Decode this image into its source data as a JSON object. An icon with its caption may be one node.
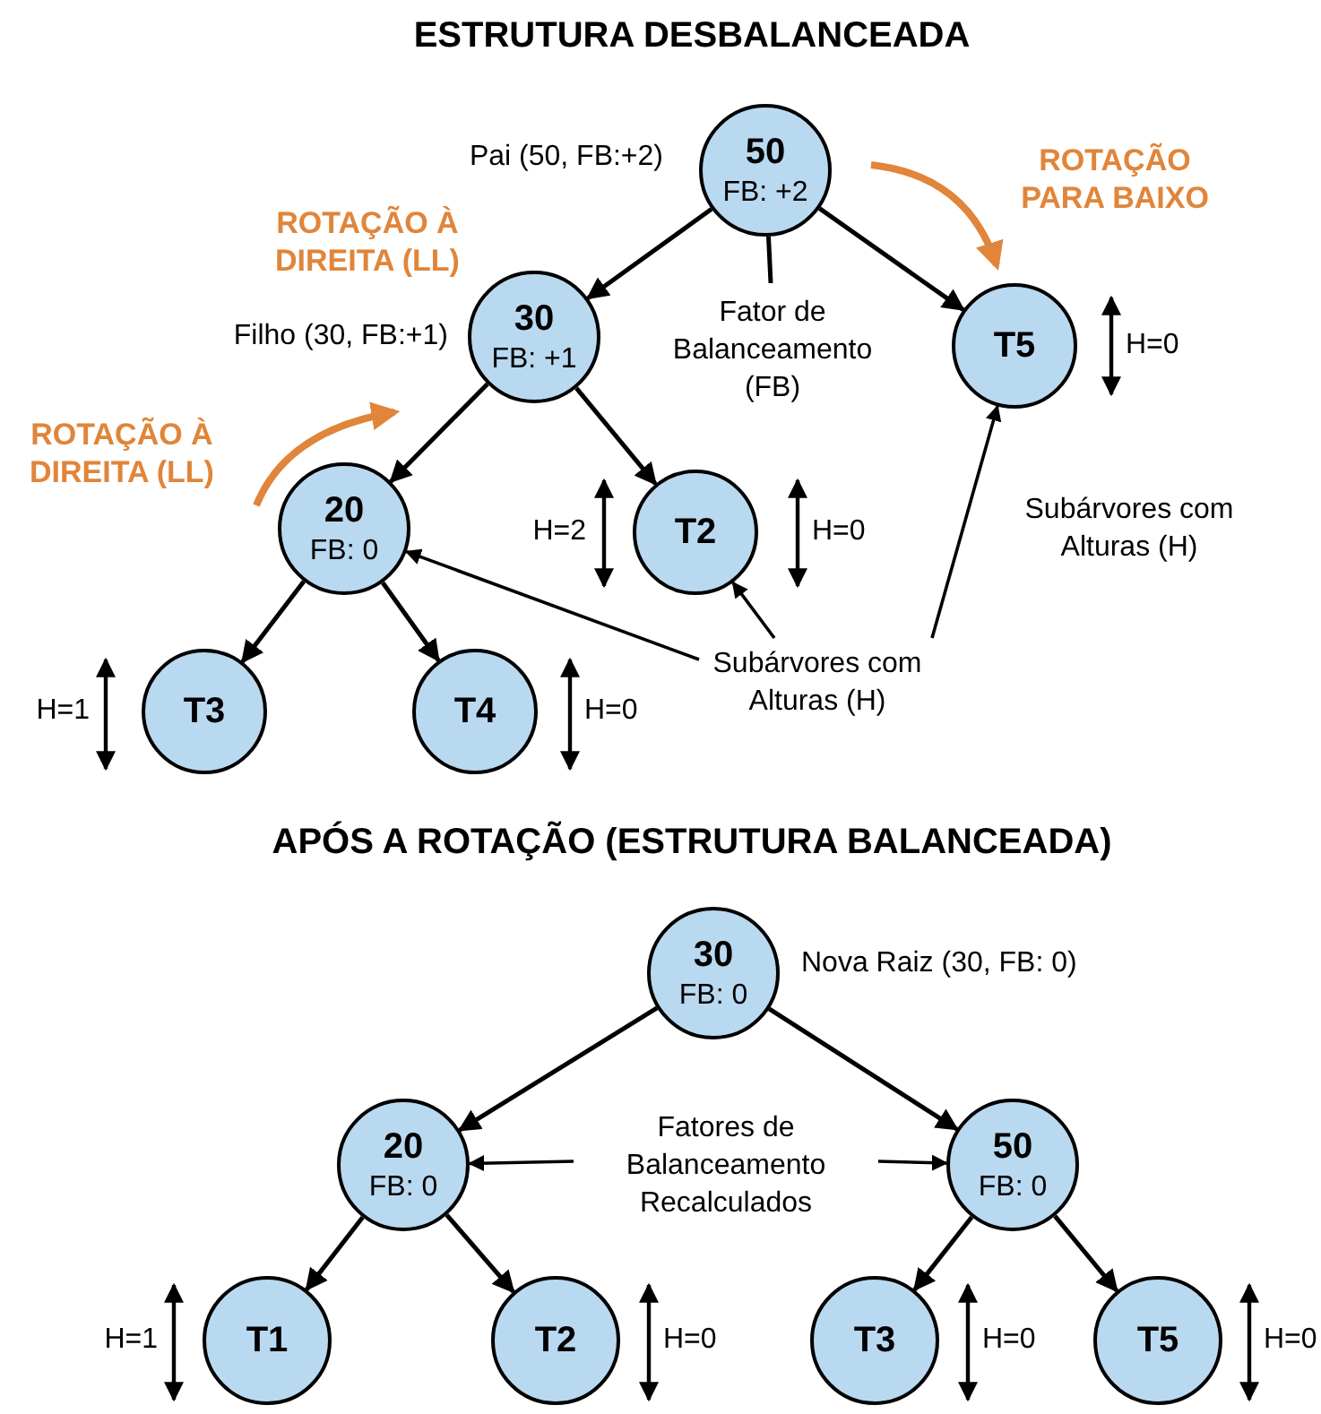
{
  "diagram": {
    "title": "ESTRUTURA DESBALANCEADA",
    "nodes": [
      {
        "text": [
          "50",
          "FB: +2"
        ],
        "beside": [
          "Pai (50, FB:+2)"
        ]
      },
      {
        "text": [
          "30",
          "FB: +1"
        ],
        "beside": [
          "Filho (30, FB:+1)"
        ]
      },
      {
        "text": [
          "T5"
        ]
      },
      {
        "text": [
          "20",
          "FB: 0"
        ]
      },
      {
        "text": [
          "T2"
        ]
      },
      {
        "text": [
          "T3"
        ]
      },
      {
        "text": [
          "T4"
        ]
      },
      {
        "text": [
          "Fator de Balanceamento (FB)"
        ]
      },
      {
        "text": [
          "Subárvores com Alturas (H)"
        ]
      },
      {
        "text": [
          "Subárvores com Alturas (H)"
        ]
      },
      {
        "text": [
          "30",
          "FB: 0"
        ],
        "beside": [
          "Nova Raiz (30, FB: 0)"
        ]
      },
      {
        "text": [
          "20",
          "FB: 0"
        ]
      },
      {
        "text": [
          "50",
          "FB: 0"
        ]
      },
      {
        "text": [
          "T1"
        ]
      },
      {
        "text": [
          "T2"
        ]
      },
      {
        "text": [
          "T3"
        ]
      },
      {
        "text": [
          "T5"
        ]
      },
      {
        "text": [
          "Fatores de Balanceamento Recalculados"
        ]
      }
    ],
    "edges": [
      {
        "from": 0,
        "to": 1,
        "arrow": "to"
      },
      {
        "from": 0,
        "to": 2,
        "arrow": "to"
      },
      {
        "from": 1,
        "to": 3,
        "arrow": "to"
      },
      {
        "from": 1,
        "to": 4,
        "arrow": "to"
      },
      {
        "from": 3,
        "to": 5,
        "arrow": "to"
      },
      {
        "from": 3,
        "to": 6,
        "arrow": "to"
      },
      {
        "from": 7,
        "to": 0,
        "arrow": "none"
      },
      {
        "from": 8,
        "to": 3,
        "arrow": "to"
      },
      {
        "from": 8,
        "to": 4,
        "arrow": "to"
      },
      {
        "from": 8,
        "to": 2,
        "arrow": "to"
      },
      {
        "from": 10,
        "to": 11,
        "arrow": "to"
      },
      {
        "from": 10,
        "to": 12,
        "arrow": "to"
      },
      {
        "from": 11,
        "to": 13,
        "arrow": "to"
      },
      {
        "from": 11,
        "to": 14,
        "arrow": "to"
      },
      {
        "from": 12,
        "to": 15,
        "arrow": "to"
      },
      {
        "from": 12,
        "to": 16,
        "arrow": "to"
      },
      {
        "from": 17,
        "to": 11,
        "arrow": "to"
      },
      {
        "from": 17,
        "to": 12,
        "arrow": "to"
      }
    ],
    "labels": [
      "ROTAÇÃO PARA BAIXO",
      "ROTAÇÃO À DIREITA (LL)",
      "H=0",
      "ROTAÇÃO À DIREITA (LL)",
      "H=2",
      "H=0",
      "H=1",
      "H=0",
      "APÓS A ROTAÇÃO (ESTRUTURA BALANCEADA)",
      "H=1",
      "H=0",
      "H=0",
      "H=0"
    ]
  }
}
